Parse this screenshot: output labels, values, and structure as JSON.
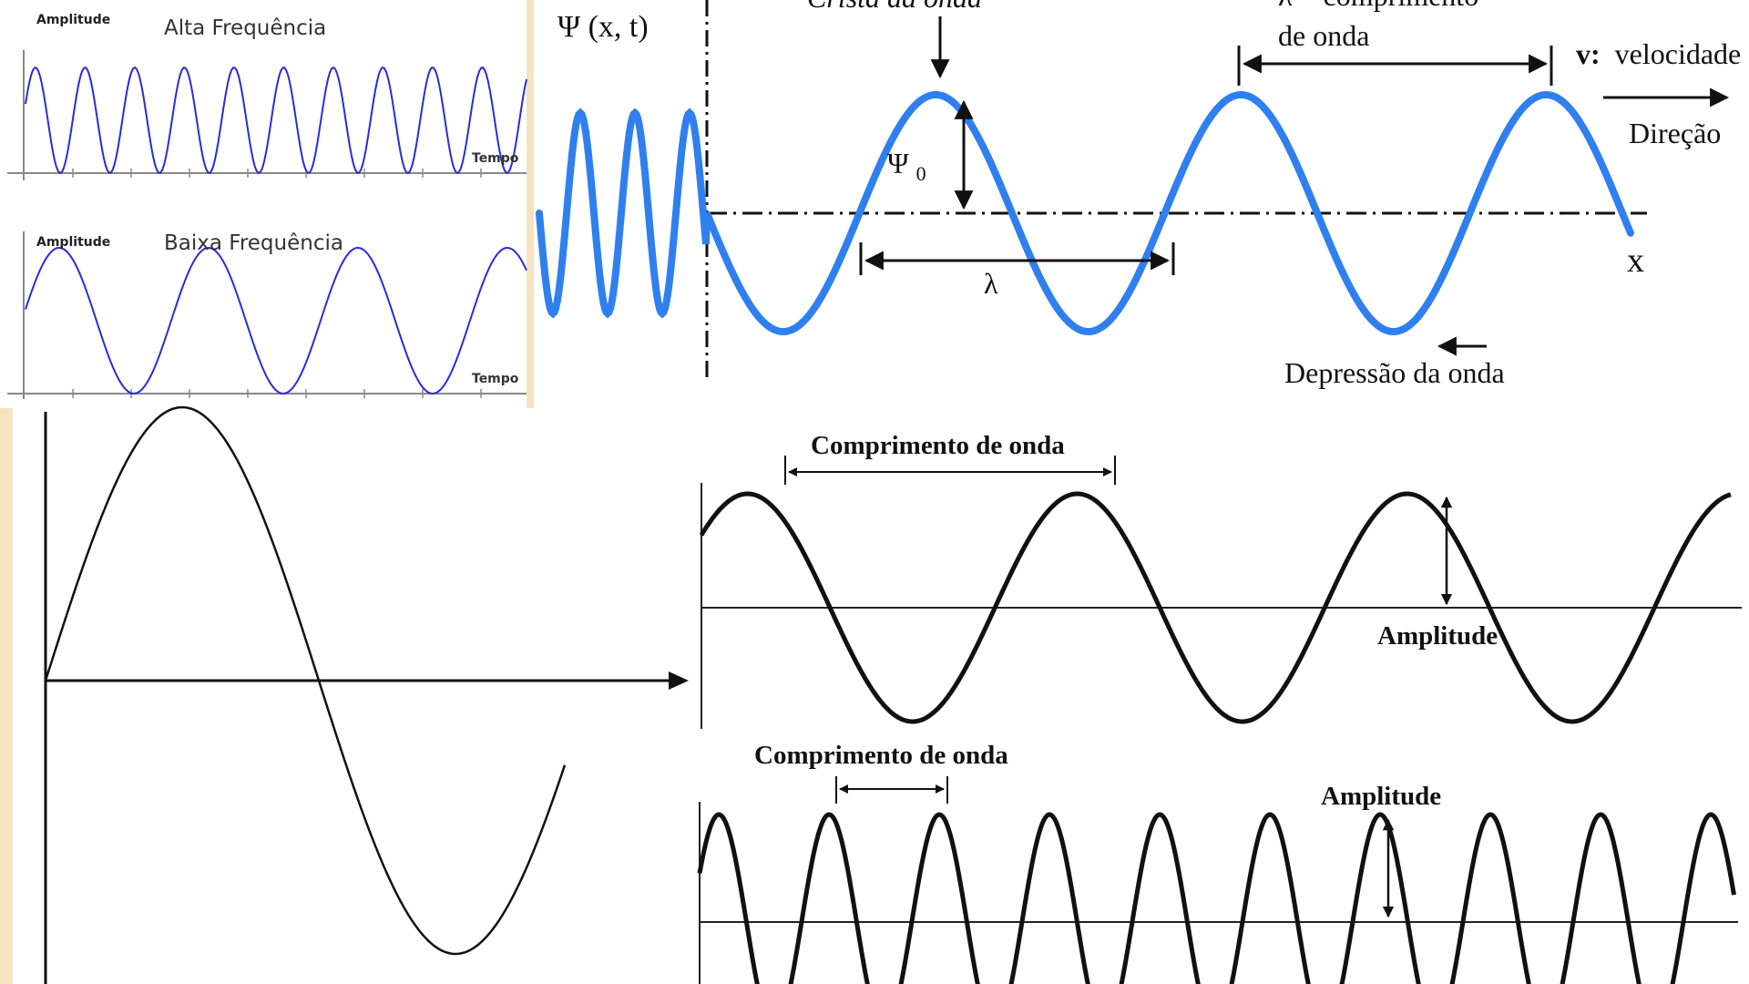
{
  "colors": {
    "wave_blue": "#2f80ee",
    "panel_wave": "#2b2bd9",
    "ink": "#111111",
    "side_strip": "#f4e4bf",
    "axis_gray": "#888888"
  },
  "freq_panels": {
    "high": {
      "amplitude_label": "Amplitude",
      "title": "Alta Frequência",
      "time_label": "Tempo"
    },
    "low": {
      "amplitude_label": "Amplitude",
      "title": "Baixa Frequência",
      "time_label": "Tempo"
    }
  },
  "wave_diagram": {
    "psi_label": "Ψ (x, t)",
    "crest_label": "Crista da onda",
    "lambda_label_line1": "λ = comprimento",
    "lambda_label_line2": "de onda",
    "velocity_bold": "v:",
    "velocity_text": "velocidade",
    "direction_label": "Direção",
    "psi0_label": "Ψ",
    "psi0_subscript": "0",
    "lambda_symbol": "λ",
    "x_axis_label": "x",
    "trough_label": "Depressão da onda"
  },
  "comparison": {
    "top": {
      "wavelength_label": "Comprimento de onda",
      "amplitude_label": "Amplitude"
    },
    "bottom": {
      "wavelength_label": "Comprimento de onda",
      "amplitude_label": "Amplitude"
    }
  }
}
